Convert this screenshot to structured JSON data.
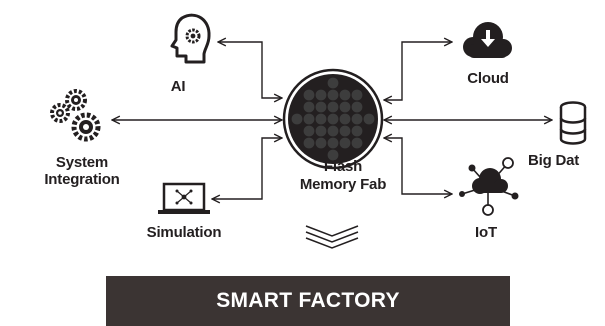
{
  "hub": {
    "label_line1": "Flash",
    "label_line2": "Memory Fab"
  },
  "nodes": {
    "ai": {
      "label": "AI",
      "icon": "head-gear-icon"
    },
    "system_integration": {
      "label_line1": "System",
      "label_line2": "Integration",
      "icon": "gears-icon"
    },
    "simulation": {
      "label": "Simulation",
      "icon": "laptop-network-icon"
    },
    "cloud": {
      "label": "Cloud",
      "icon": "cloud-download-icon"
    },
    "big_data": {
      "label": "Big Dat",
      "icon": "database-icon"
    },
    "iot": {
      "label": "IoT",
      "icon": "cloud-network-icon"
    }
  },
  "banner": {
    "label": "SMART FACTORY"
  },
  "colors": {
    "ink": "#231f20",
    "banner_bg": "#3b3433",
    "banner_text": "#ffffff",
    "wafer_dot": "#3d3d3d"
  }
}
